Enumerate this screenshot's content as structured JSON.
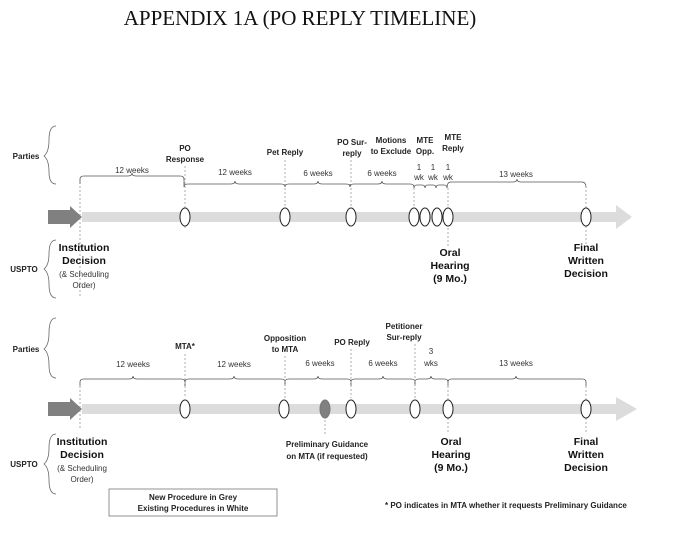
{
  "title": "APPENDIX 1A (PO REPLY TIMELINE)",
  "side_labels": {
    "parties": "Parties",
    "uspto": "USPTO"
  },
  "timeline1": {
    "intervals": [
      "12 weeks",
      "12 weeks",
      "6 weeks",
      "6 weeks",
      "1",
      "wk",
      "1",
      "wk",
      "1",
      "wk",
      "13 weeks"
    ],
    "events": [
      {
        "line1": "PO",
        "line2": "Response"
      },
      {
        "line1": "Pet Reply"
      },
      {
        "line1": "PO Sur-",
        "line2": "reply"
      },
      {
        "line1": "Motions",
        "line2": "to Exclude"
      },
      {
        "line1": "MTE",
        "line2": "Opp."
      },
      {
        "line1": "MTE",
        "line2": "Reply"
      }
    ],
    "uspto": {
      "institution": [
        "Institution",
        "Decision"
      ],
      "scheduling": [
        "(& Scheduling",
        "Order)"
      ],
      "hearing": [
        "Oral",
        "Hearing",
        "(9 Mo.)"
      ],
      "final": [
        "Final",
        "Written",
        "Decision"
      ]
    }
  },
  "timeline2": {
    "intervals": [
      "12 weeks",
      "12 weeks",
      "6 weeks",
      "6 weeks",
      "3",
      "wks",
      "13 weeks"
    ],
    "events": [
      {
        "line1": "MTA*"
      },
      {
        "line1": "Opposition",
        "line2": "to MTA"
      },
      {
        "line1": "PO Reply"
      },
      {
        "line1": "Petitioner",
        "line2": "Sur-reply"
      }
    ],
    "guidance": [
      "Preliminary Guidance",
      "on MTA (if requested)"
    ],
    "uspto": {
      "institution": [
        "Institution",
        "Decision"
      ],
      "scheduling": [
        "(& Scheduling",
        "Order)"
      ],
      "hearing": [
        "Oral",
        "Hearing",
        "(9 Mo.)"
      ],
      "final": [
        "Final",
        "Written",
        "Decision"
      ]
    }
  },
  "legend": {
    "line1": "New Procedure in Grey",
    "line2": "Existing Procedures in White"
  },
  "footnote": "*  PO indicates in MTA whether it requests Preliminary Guidance",
  "colors": {
    "bar": "#dcdcdc",
    "arrow_start": "#808080",
    "grey_oval": "#808080",
    "white_oval": "#ffffff",
    "text": "#222222"
  }
}
